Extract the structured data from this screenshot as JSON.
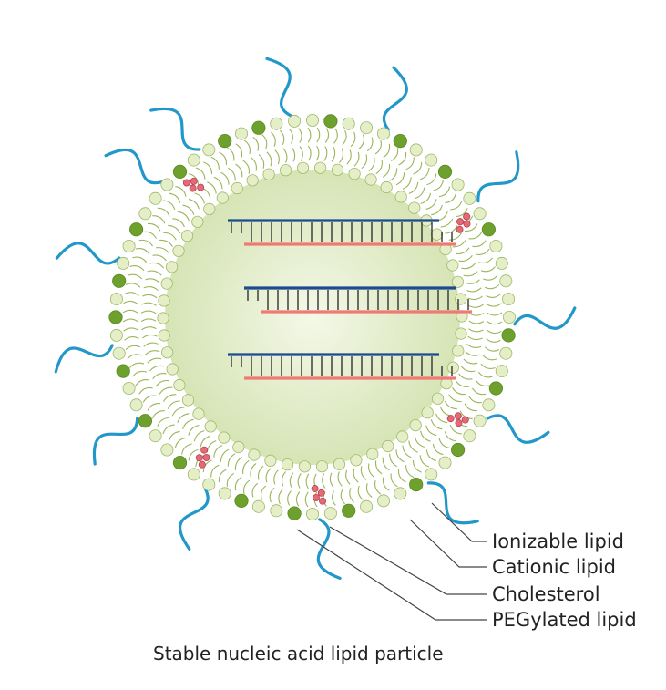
{
  "legend": {
    "ionizable_lipid": "Ionizable lipid",
    "cationic_lipid": "Cationic lipid",
    "cholesterol": "Cholesterol",
    "pegylated_lipid": "PEGylated lipid"
  },
  "caption": "Stable nucleic acid lipid particle",
  "colors": {
    "head_pale": "#e4efc7",
    "head_pale_stroke": "#9fb86a",
    "head_green": "#6ea02e",
    "tail": "#9bb55a",
    "core": "#dfe9c4",
    "peg": "#2297c9",
    "cholesterol": "#e46a78",
    "strand_blue": "#1d4b8f",
    "strand_red": "#f07a73",
    "rung": "#333333",
    "leader": "#444444"
  },
  "icons": {
    "peg_chain": "peg-chain-icon",
    "cholesterol": "cholesterol-icon",
    "nucleic_acid": "duplex-icon"
  }
}
